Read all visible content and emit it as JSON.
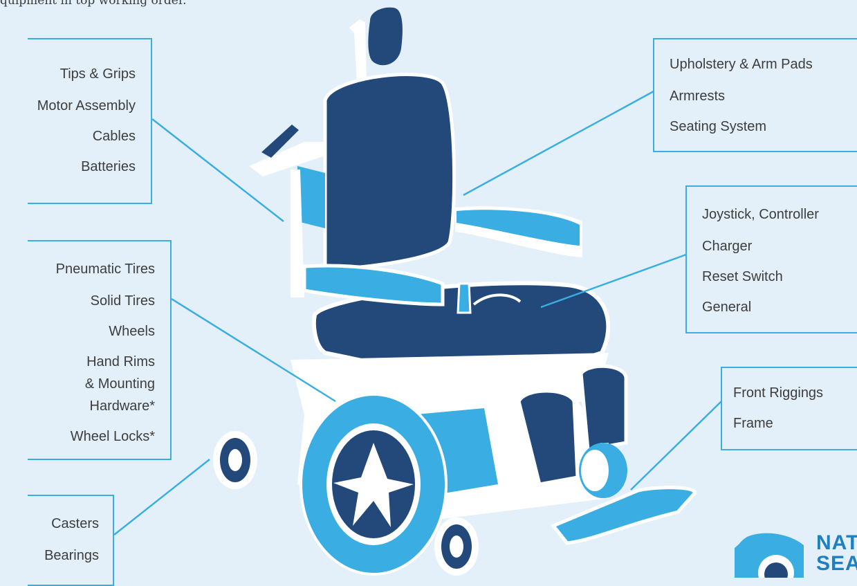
{
  "intro_text": "quipment in top working order.",
  "groups": {
    "handles": {
      "items": [
        "Tips & Grips",
        "Motor Assembly",
        "Cables",
        "Batteries"
      ]
    },
    "tires": {
      "items": [
        "Pneumatic Tires",
        "Solid Tires",
        "Wheels",
        "Hand Rims",
        "& Mounting",
        "Hardware*",
        "Wheel Locks*"
      ]
    },
    "casters": {
      "items": [
        "Casters",
        "Bearings"
      ]
    },
    "seating": {
      "items": [
        "Upholstery & Arm Pads",
        "Armrests",
        "Seating System"
      ]
    },
    "electronics": {
      "items": [
        "Joystick, Controller",
        "Charger",
        "Reset Switch",
        "General"
      ]
    },
    "frame": {
      "items": [
        "Front Riggings",
        "Frame"
      ]
    }
  },
  "logo": {
    "line1": "NAT",
    "line2": "SEA"
  },
  "colors": {
    "background": "#e3f0f9",
    "accent": "#3aaee3",
    "navy": "#22497a",
    "white": "#ffffff",
    "text": "#3d3d3d",
    "logo": "#1e7fc2"
  }
}
